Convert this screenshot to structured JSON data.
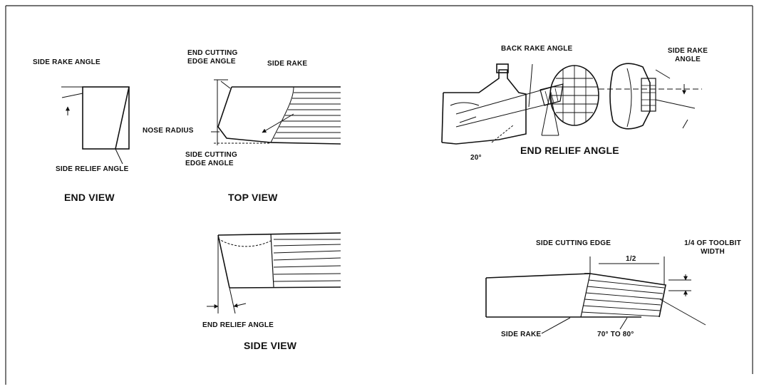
{
  "end_view": {
    "side_rake_angle": "SIDE RAKE ANGLE",
    "side_relief_angle": "SIDE RELIEF ANGLE",
    "title": "END VIEW"
  },
  "top_view": {
    "end_cutting_edge_angle_1": "END CUTTING",
    "end_cutting_edge_angle_2": "EDGE ANGLE",
    "side_rake": "SIDE RAKE",
    "nose_radius": "NOSE RADIUS",
    "side_cutting_edge_angle_1": "SIDE CUTTING",
    "side_cutting_edge_angle_2": "EDGE ANGLE",
    "title": "TOP VIEW"
  },
  "setup_view": {
    "back_rake_angle": "BACK RAKE ANGLE",
    "side_rake_angle_1": "SIDE RAKE",
    "side_rake_angle_2": "ANGLE",
    "holder_angle": "20°",
    "end_relief_angle": "END RELIEF ANGLE"
  },
  "side_view": {
    "end_relief_angle": "END RELIEF ANGLE",
    "title": "SIDE VIEW"
  },
  "grinding_view": {
    "side_cutting_edge": "SIDE CUTTING EDGE",
    "half": "1/2",
    "quarter_1": "1/4 OF TOOLBIT",
    "quarter_2": "WIDTH",
    "side_rake": "SIDE RAKE",
    "angle_range": "70° TO 80°"
  }
}
